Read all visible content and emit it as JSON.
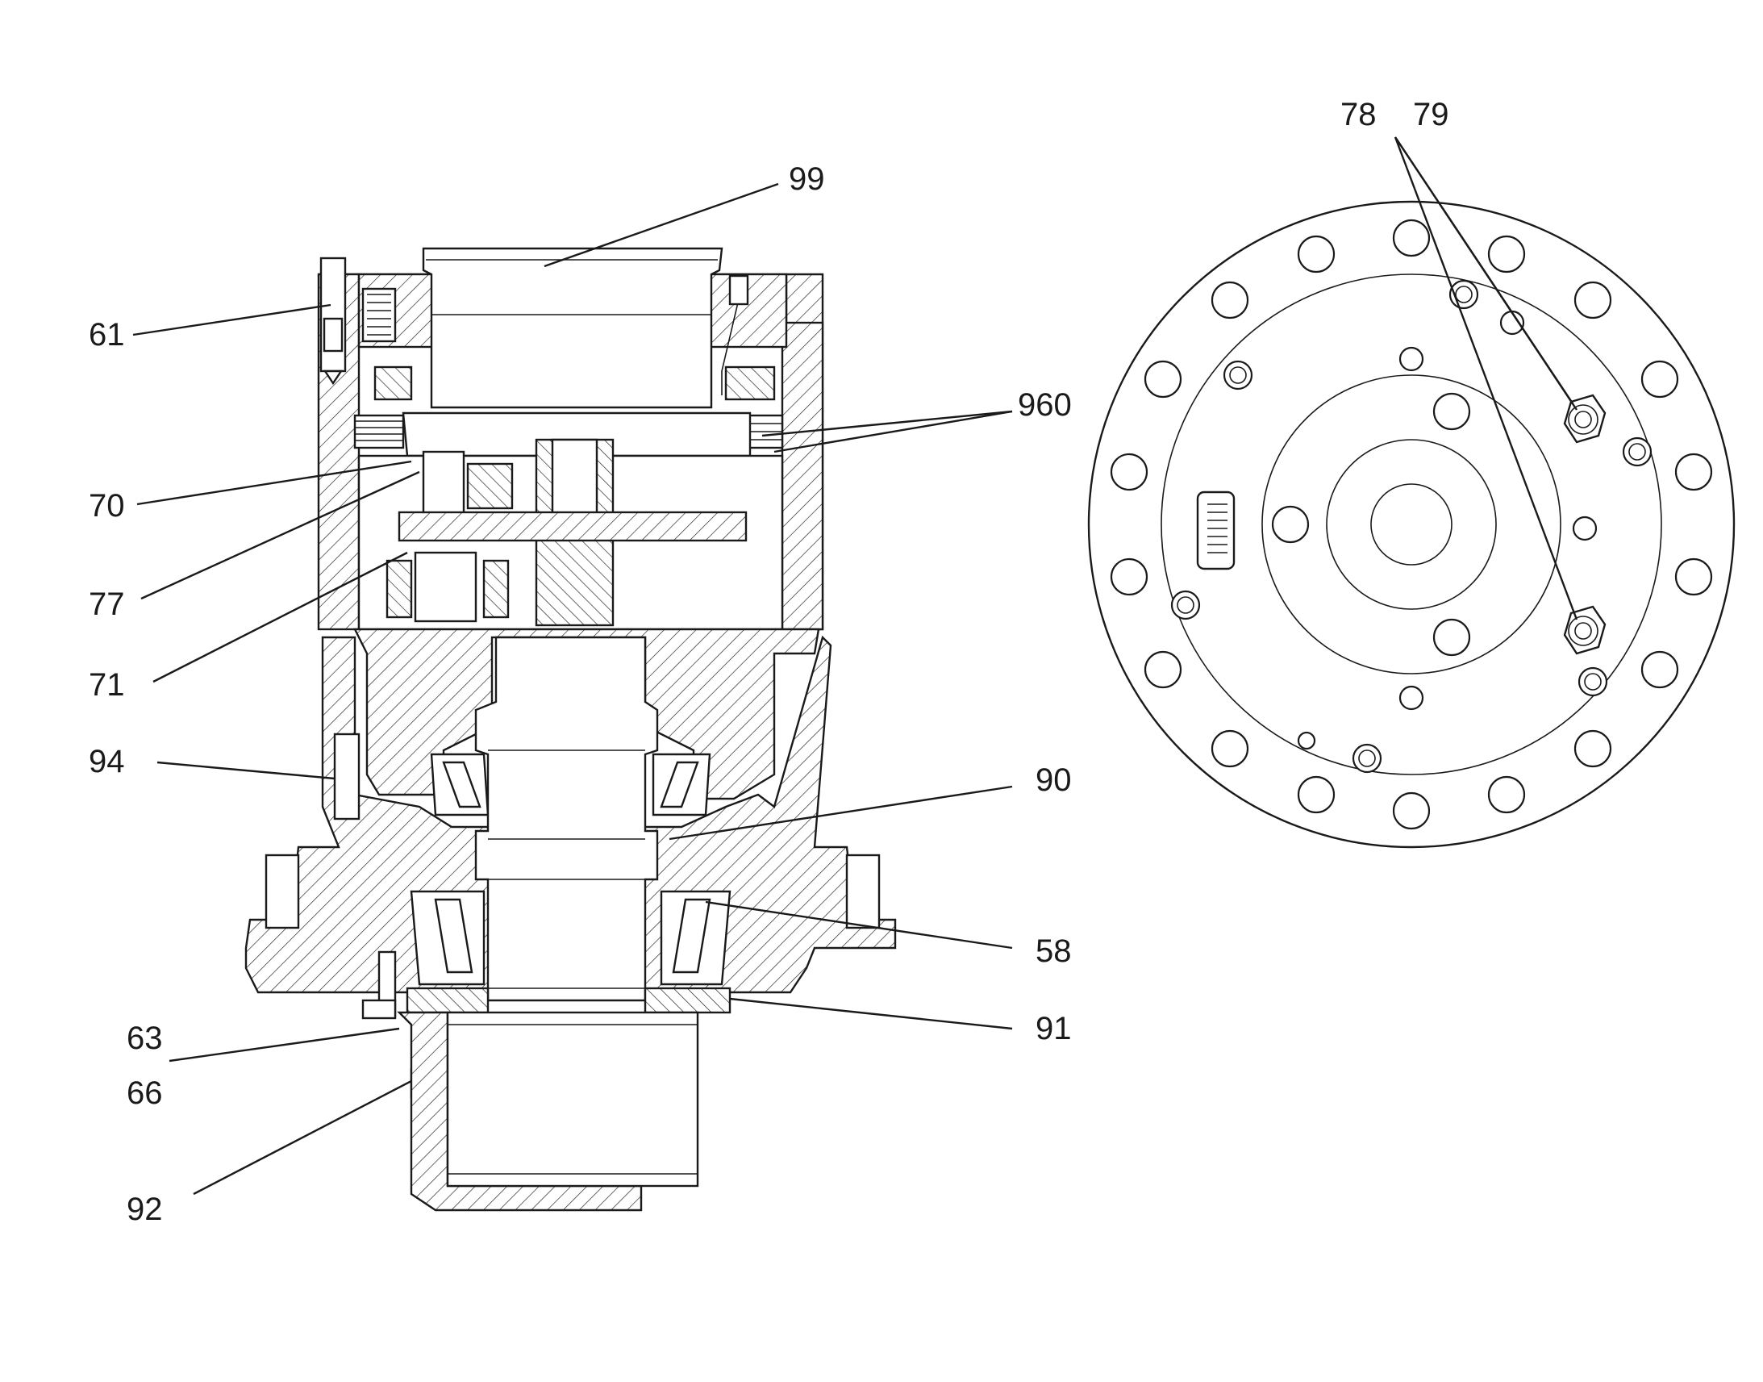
{
  "callouts": {
    "c61": "61",
    "c70": "70",
    "c77": "77",
    "c71": "71",
    "c94": "94",
    "c63": "63",
    "c66": "66",
    "c92": "92",
    "c99": "99",
    "c960": "960",
    "c90": "90",
    "c58": "58",
    "c91": "91",
    "c78": "78",
    "c79": "79"
  }
}
